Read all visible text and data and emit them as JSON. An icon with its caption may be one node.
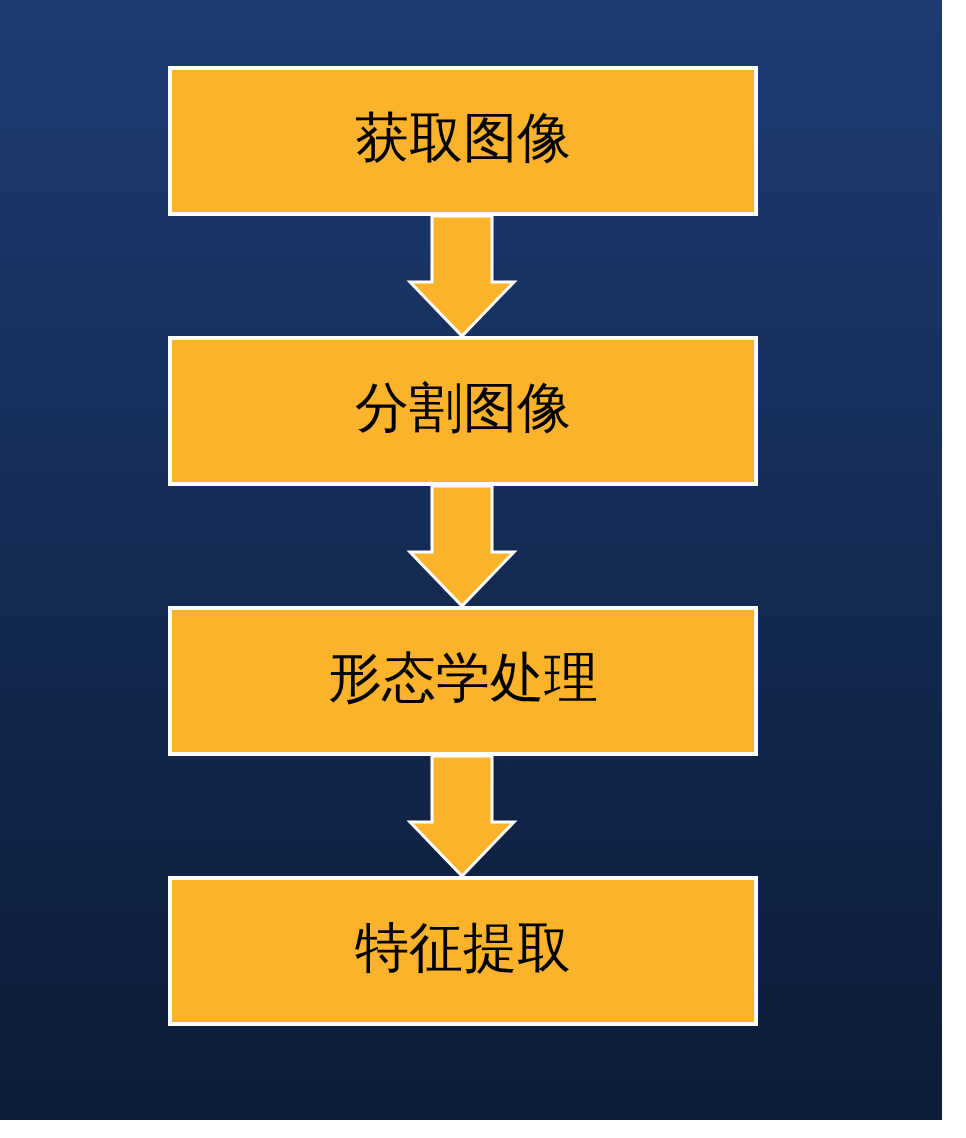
{
  "diagram": {
    "nodes": [
      {
        "text": [
          "获取图像"
        ]
      },
      {
        "text": [
          "分割图像"
        ]
      },
      {
        "text": [
          "形态学处理"
        ]
      },
      {
        "text": [
          "特征提取"
        ]
      }
    ],
    "edges": [
      {
        "from": 0,
        "to": 1,
        "arrow": "to"
      },
      {
        "from": 1,
        "to": 2,
        "arrow": "to"
      },
      {
        "from": 2,
        "to": 3,
        "arrow": "to"
      }
    ]
  }
}
